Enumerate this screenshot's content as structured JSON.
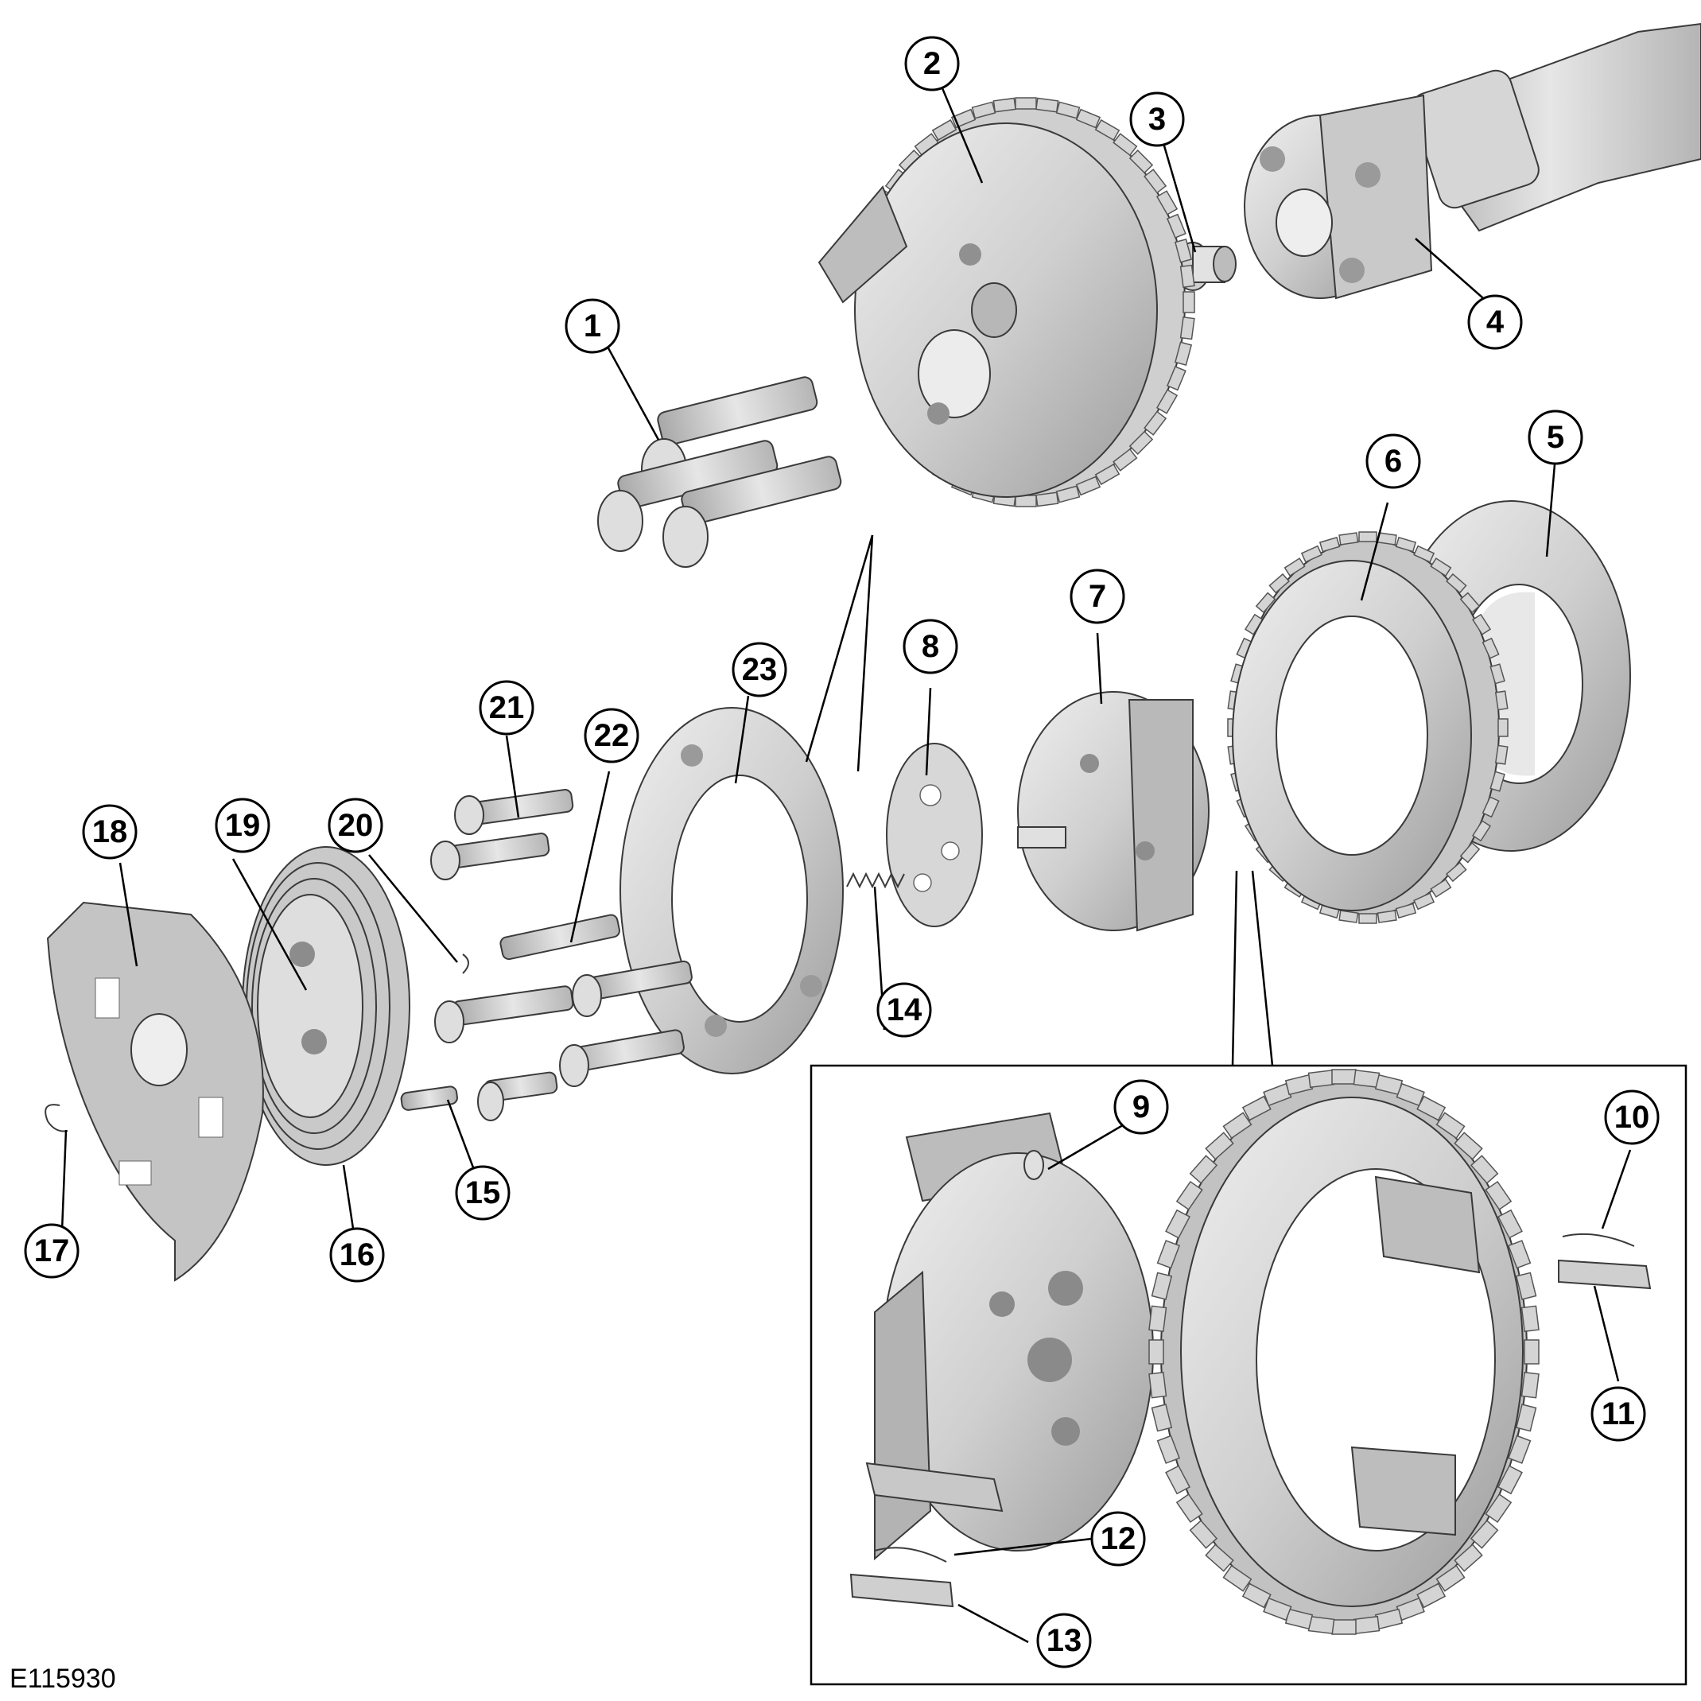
{
  "figure_id": "E115930",
  "callouts": [
    "1",
    "2",
    "3",
    "4",
    "5",
    "6",
    "7",
    "8",
    "9",
    "10",
    "11",
    "12",
    "13",
    "14",
    "15",
    "16",
    "17",
    "18",
    "19",
    "20",
    "21",
    "22",
    "23"
  ],
  "colors": {
    "part_light": "#dcdcdc",
    "part_mid": "#bdbdbd",
    "part_dark": "#8a8a8a",
    "line": "#000000",
    "background": "#ffffff"
  }
}
